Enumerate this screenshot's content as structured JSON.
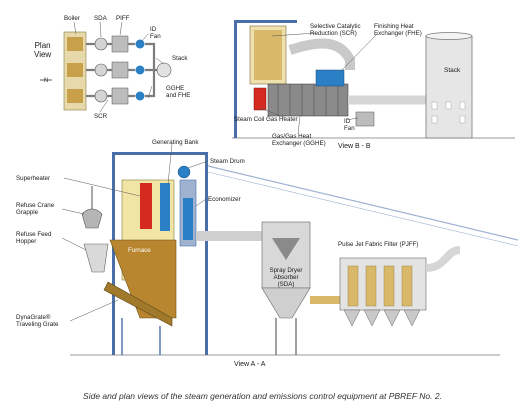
{
  "plan_view": {
    "title": "Plan\nView",
    "labels": {
      "boiler": "Boiler",
      "sda": "SDA",
      "piff": "PIFF",
      "id_fan": "ID\nFan",
      "stack": "Stack",
      "gghe_fhe": "GGHE\nand FHE",
      "scr": "SCR"
    }
  },
  "view_bb": {
    "title": "View B - B",
    "labels": {
      "scr": "Selective Catalytic\nReduction (SCR)",
      "fhe": "Finishing Heat\nExchanger (FHE)",
      "stack": "Stack",
      "steam_coil": "Steam Coil Gas Heater",
      "id_fan": "ID\nFan",
      "gghe": "Gas/Gas Heat\nExchanger (GGHE)"
    }
  },
  "view_aa": {
    "title": "View A - A",
    "labels": {
      "generating_bank": "Generating Bank",
      "steam_drum": "Steam Drum",
      "superheater": "Superheater",
      "economizer": "Economizer",
      "refuse_crane": "Refuse Crane\nGrapple",
      "refuse_hopper": "Refuse Feed\nHopper",
      "furnace": "Furnace",
      "spray_dryer": "Spray Dryer\nAbsorber\n(SDA)",
      "piff": "Pulse Jet Fabric Filter (PJFF)",
      "dynagrate": "DynaGrate®\nTraveling Grate"
    }
  },
  "caption": "Side and plan views of the steam generation and emissions control equipment at PBREF No. 2.",
  "colors": {
    "outline": "#4a6fa8",
    "steel": "#9fb3d1",
    "brass": "#c8a04a",
    "furnace": "#b8862f",
    "red": "#d42a1f",
    "blue": "#2b7fc4",
    "duct": "#dcdcdc",
    "gray": "#c9c9c9"
  }
}
